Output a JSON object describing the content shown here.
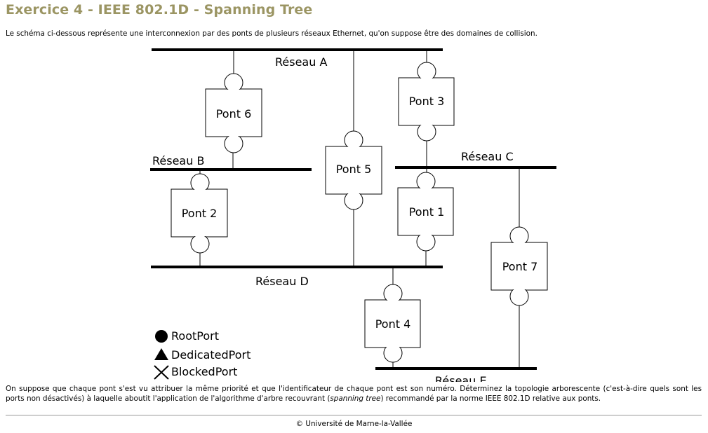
{
  "title": "Exercice 4 - IEEE 802.1D - Spanning Tree",
  "intro": "Le schéma ci-dessous représente une interconnexion par des ponts de plusieurs réseaux Ethernet, qu'on suppose être des domaines de collision.",
  "networks": {
    "a": "Réseau A",
    "b": "Réseau B",
    "c": "Réseau C",
    "d": "Réseau D",
    "e": "Réseau E"
  },
  "bridges": {
    "p1": "Pont 1",
    "p2": "Pont 2",
    "p3": "Pont 3",
    "p4": "Pont 4",
    "p5": "Pont 5",
    "p6": "Pont 6",
    "p7": "Pont 7"
  },
  "legend": {
    "root": "RootPort",
    "dedicated": "DedicatedPort",
    "blocked": "BlockedPort"
  },
  "question": {
    "part1": "On suppose que chaque pont s'est vu attribuer la même priorité et que l'identificateur de chaque pont est son numéro. Déterminez la topologie arborescente (c'est-à-dire quels sont les ports non désactivés) à laquelle aboutit l'application de l'algorithme d'arbre recouvrant (",
    "emphasis": "spanning tree",
    "part2": ") recommandé par la norme IEEE 802.1D relative aux ponts."
  },
  "footer": "© Université de Marne-la-Vallée",
  "colors": {
    "title": "#9b9563",
    "rule": "#999999"
  }
}
